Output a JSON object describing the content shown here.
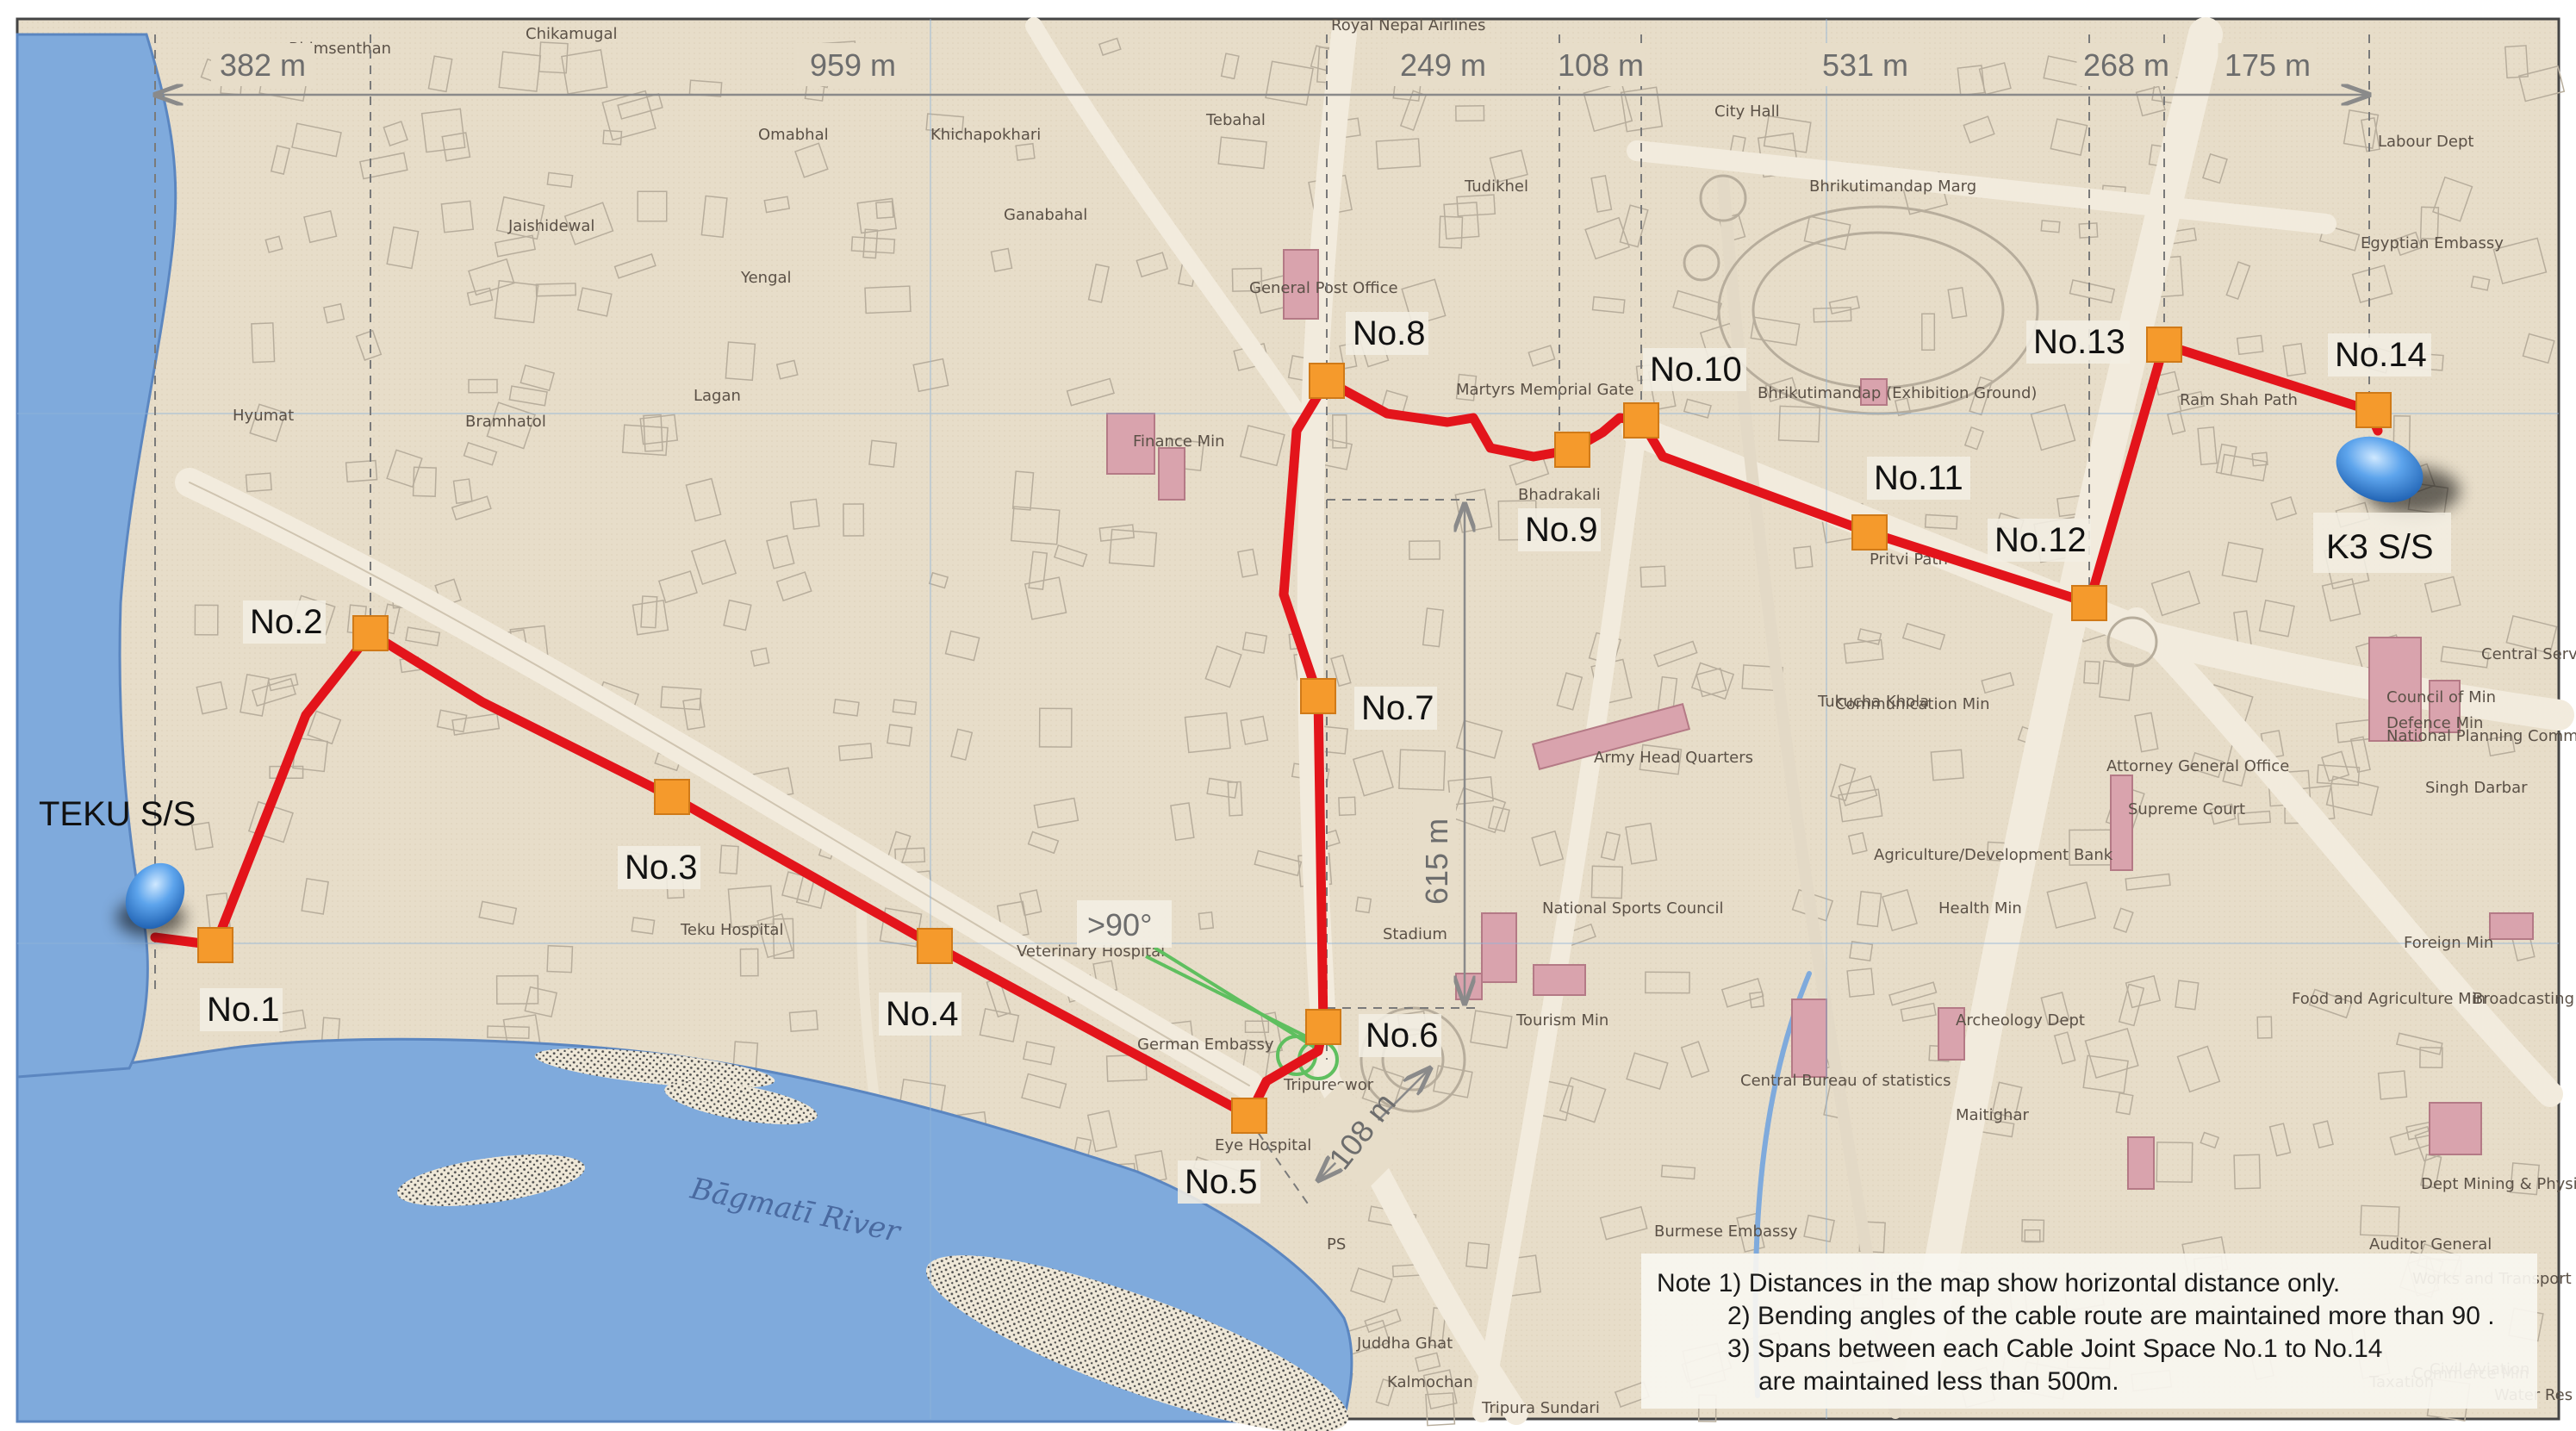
{
  "map": {
    "colors": {
      "paper": "#e7ddc9",
      "road_fill": "#f1eadc",
      "street_line": "#b7ad9c",
      "river": "#7faadc",
      "river_edge": "#5b86c0",
      "route": "#e3141b",
      "joint": "#f59a2c",
      "substation": "#4a8fd8",
      "angle_marker": "#5fbf5f",
      "dim_line": "#8a8a8a",
      "building": "#d9a3ad"
    },
    "distances": [
      {
        "id": "d1",
        "label": "382 m"
      },
      {
        "id": "d2",
        "label": "959 m"
      },
      {
        "id": "d3",
        "label": "249 m"
      },
      {
        "id": "d4",
        "label": "108 m"
      },
      {
        "id": "d5",
        "label": "531 m"
      },
      {
        "id": "d6",
        "label": "268 m"
      },
      {
        "id": "d7",
        "label": "175 m"
      }
    ],
    "vertical_distance": "615 m",
    "diagonal_distance": "108 m",
    "angle_label": ">90°",
    "substations": [
      {
        "id": "teku",
        "label": "TEKU S/S"
      },
      {
        "id": "k3",
        "label": "K3 S/S"
      }
    ],
    "joints": [
      {
        "id": "j1",
        "label": "No.1"
      },
      {
        "id": "j2",
        "label": "No.2"
      },
      {
        "id": "j3",
        "label": "No.3"
      },
      {
        "id": "j4",
        "label": "No.4"
      },
      {
        "id": "j5",
        "label": "No.5"
      },
      {
        "id": "j6",
        "label": "No.6"
      },
      {
        "id": "j7",
        "label": "No.7"
      },
      {
        "id": "j8",
        "label": "No.8"
      },
      {
        "id": "j9",
        "label": "No.9"
      },
      {
        "id": "j10",
        "label": "No.10"
      },
      {
        "id": "j11",
        "label": "No.11"
      },
      {
        "id": "j12",
        "label": "No.12"
      },
      {
        "id": "j13",
        "label": "No.13"
      },
      {
        "id": "j14",
        "label": "No.14"
      }
    ],
    "places": [
      "Bhimsenthan",
      "Chikamugal",
      "Royal Nepal Airlines",
      "Omabhal",
      "Khichapokhari",
      "Tebahal",
      "Ganabahal",
      "Tudikhel",
      "City Hall",
      "Bhrikutimandap Marg",
      "Labour Dept",
      "Jaishidewal",
      "Yengal",
      "Lagan",
      "Bramhatol",
      "Hyumat",
      "Finance Min",
      "General Post Office",
      "Martyrs Memorial Gate",
      "Bhrikutimandap (Exhibition Ground)",
      "Bhadrakali",
      "Pritvi Path",
      "Ram Shah Path",
      "Egyptian Embassy",
      "Communication Min",
      "Army Head Quarters",
      "Stadium",
      "National Sports Council",
      "Agriculture/Development Bank",
      "Health Min",
      "Teku Hospital",
      "Veterinary Hospital",
      "German Embassy",
      "Tripureswor",
      "Eye Hospital",
      "Tourism Min",
      "Central Bureau of statistics",
      "Maitighar",
      "Foreign Min",
      "Food and Agriculture Min",
      "Broadcasting",
      "Archeology Dept",
      "Singh Darbar",
      "Council of Min",
      "Defence Min",
      "National Planning Commission",
      "Central Service",
      "Supreme Court",
      "Attorney General Office",
      "Burmese Embassy",
      "Kalmochan",
      "Tripura Sundari",
      "Auditor General",
      "Works and Transport Min",
      "Commerce Min",
      "Water Res",
      "Dept Mining & Physical Planning",
      "Civil Aviation",
      "Taxation",
      "Tukucha Khola",
      "Juddha Ghat",
      "PS"
    ],
    "river": "Bāgmatī River"
  },
  "notes": {
    "n1": "Note 1) Distances in the map show horizontal distance only.",
    "n2": "2) Bending angles of the cable route are maintained more than 90 .",
    "n3": "3) Spans between each Cable Joint Space No.1 to No.14",
    "n4": "are maintained less than 500m."
  }
}
